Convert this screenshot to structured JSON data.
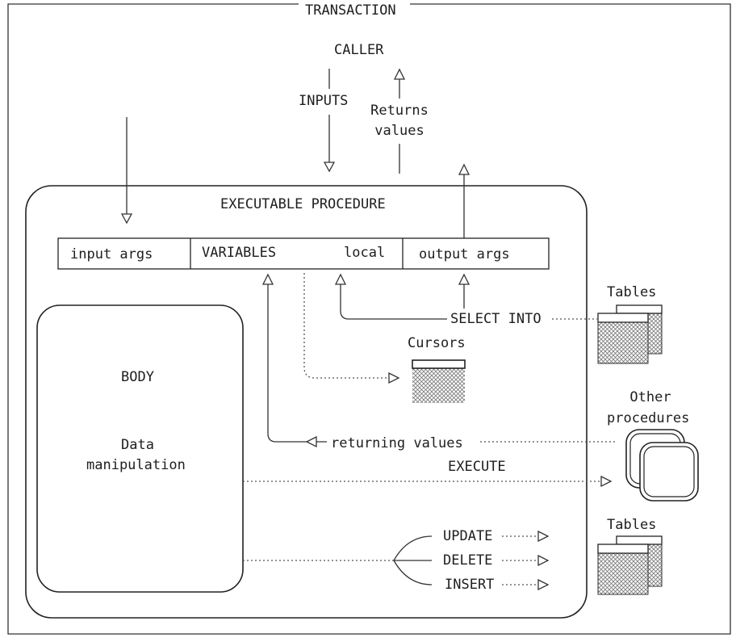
{
  "transaction": "TRANSACTION",
  "caller": "CALLER",
  "inputs": "INPUTS",
  "returns_values_line1": "Returns",
  "returns_values_line2": "values",
  "procedure_title": "EXECUTABLE PROCEDURE",
  "input_args": "input args",
  "variables": "VARIABLES",
  "local": "local",
  "output_args": "output args",
  "body": "BODY",
  "data_manipulation_line1": "Data",
  "data_manipulation_line2": "manipulation",
  "select_into": "SELECT INTO",
  "cursors": "Cursors",
  "tables_top": "Tables",
  "other_procedures_line1": "Other",
  "other_procedures_line2": "procedures",
  "returning_values": "returning values",
  "execute": "EXECUTE",
  "update": "UPDATE",
  "delete": "DELETE",
  "insert": "INSERT",
  "tables_bottom": "Tables"
}
